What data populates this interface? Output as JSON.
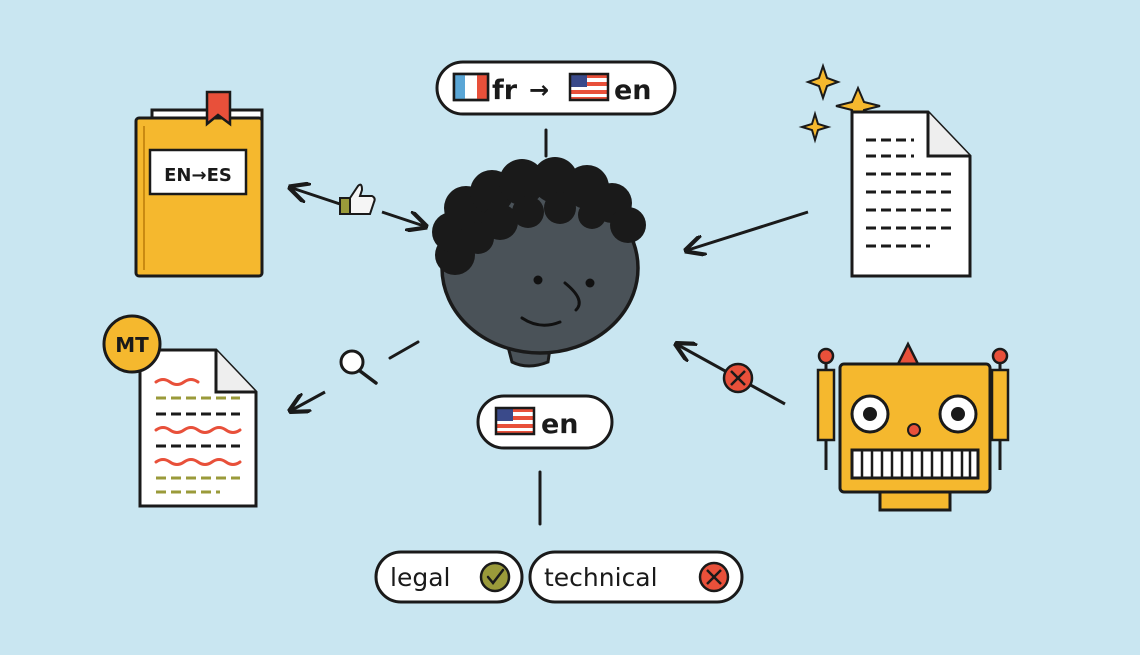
{
  "pill_top": {
    "from": "fr",
    "arrow": "→",
    "to": "en"
  },
  "pill_mid": {
    "lang": "en"
  },
  "book": {
    "label": "EN→ES"
  },
  "mt_badge": {
    "label": "MT"
  },
  "tags": [
    {
      "label": "legal",
      "status": "check"
    },
    {
      "label": "technical",
      "status": "cross"
    }
  ],
  "colors": {
    "background": "#c9e6f1",
    "yellow": "#f5b82e",
    "red": "#e8503a",
    "olive": "#9a9a3a",
    "face": "#4a5258",
    "outline": "#1a1a1a"
  }
}
